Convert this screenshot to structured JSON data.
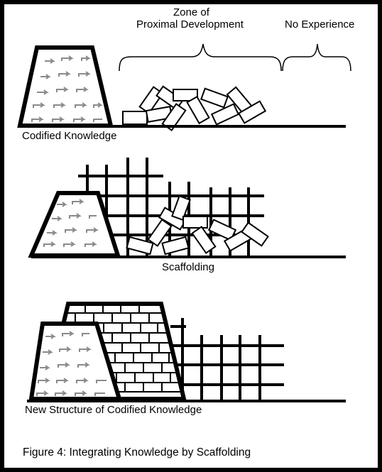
{
  "labels": {
    "zone_line1": "Zone of",
    "zone_line2": "Proximal Development",
    "no_experience": "No Experience",
    "codified_knowledge": "Codified Knowledge",
    "scaffolding": "Scaffolding",
    "new_structure": "New Structure of Codified Knowledge"
  },
  "caption": "Figure 4: Integrating Knowledge by Scaffolding",
  "colors": {
    "ink": "#000000",
    "arrow": "#8a8a8a",
    "background": "#ffffff"
  }
}
